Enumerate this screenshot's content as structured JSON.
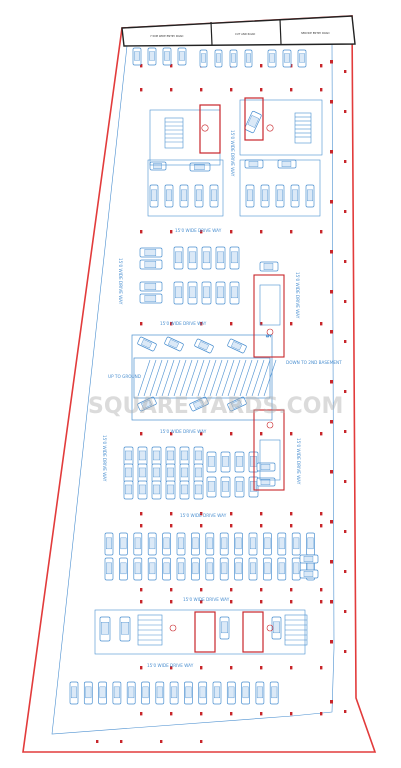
{
  "colors": {
    "boundary": "#e23b3b",
    "column": "#c8262b",
    "parking_line": "#4a8fd0",
    "car": "#4a8fd0",
    "road_fill": "#ffffff",
    "top_bar": "#222222",
    "accent_dot": "#c8267f"
  },
  "top_bar": {
    "labels": [
      "7.50M WIDE ENTRY ROAD",
      "CUT AND ROAD",
      "SERVICE ENTRY ROAD"
    ]
  },
  "drive_ways": {
    "a": "15'0 WIDE DRIVE WAY",
    "b": "15'0 WIDE DRIVE WAY",
    "c": "15'0 WIDE DRIVE WAY",
    "d": "15'0 WIDE DRIVE WAY",
    "e": "15'0 WIDE DRIVE WAY",
    "f": "15'0 WIDE DRIVE WAY",
    "g": "15'0 WIDE DRIVE WAY",
    "h": "15'0 WIDE DRIVE WAY",
    "i": "15'0 WIDE DRIVE WAY",
    "j": "15'0 WIDE DRIVE WAY",
    "k": "15'0 WIDE DRIVE WAY"
  },
  "ramp_labels": {
    "up": "UP TO GROUND",
    "down": "DOWN TO 2ND BASEMENT"
  },
  "lift_label": "LIFT",
  "watermark": "SQUARE YARDS.COM",
  "icons": {
    "car": "car-icon",
    "lift": "lift-icon",
    "stair": "staircase-icon",
    "column": "column-icon",
    "compass": "compass-marker-icon"
  }
}
